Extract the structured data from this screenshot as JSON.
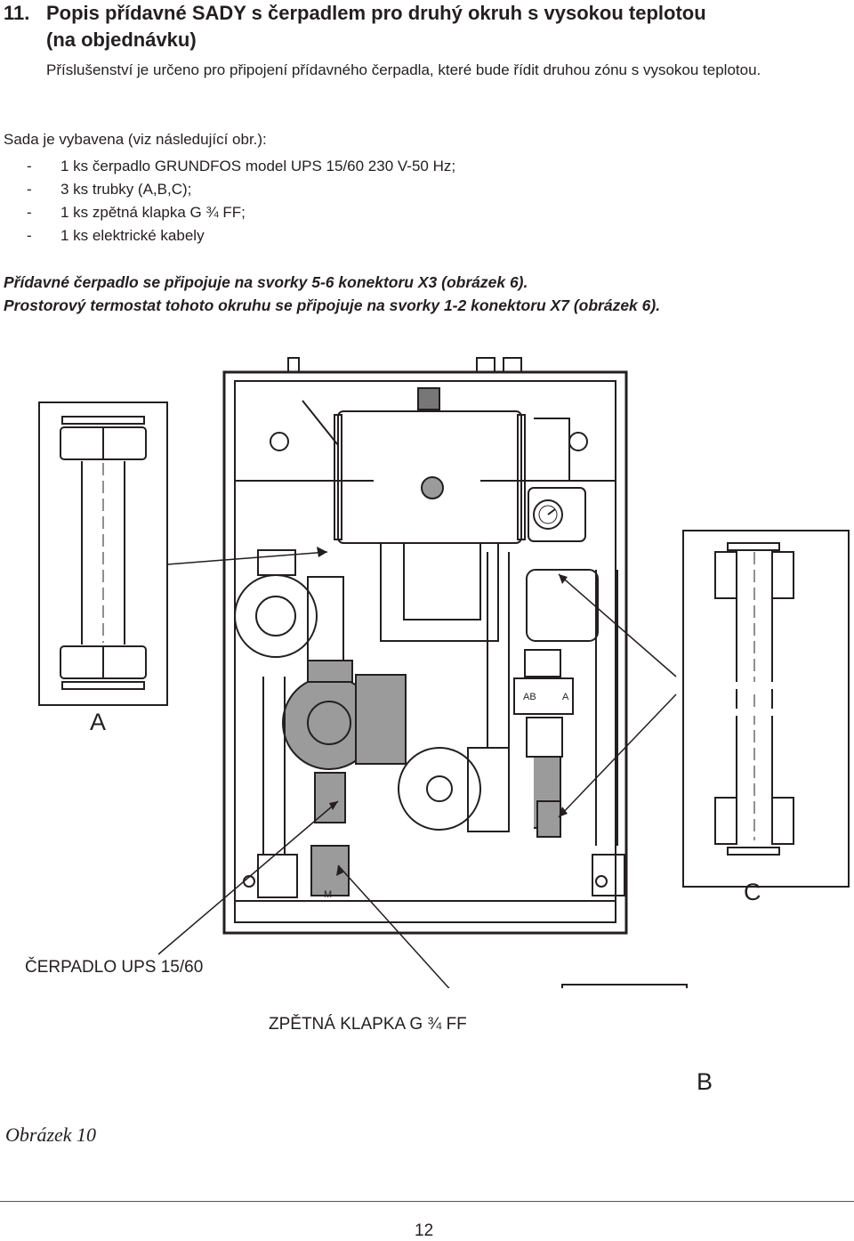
{
  "heading": {
    "number": "11.",
    "title_line1": "Popis přídavné SADY s čerpadlem pro druhý okruh s vysokou teplotou",
    "title_line2": "(na objednávku)"
  },
  "intro": "Příslušenství je určeno pro připojení přídavného čerpadla, které bude řídit druhou zónu s vysokou teplotou.",
  "kit": {
    "intro": "Sada je vybavena (viz následující obr.):",
    "items": [
      "1 ks čerpadlo GRUNDFOS model UPS 15/60 230 V-50 Hz;",
      "3 ks trubky (A,B,C);",
      "1 ks zpětná klapka G ¾ FF;",
      "1 ks elektrické kabely"
    ],
    "dash": "-"
  },
  "notes": [
    "Přídavné čerpadlo se připojuje na svorky 5-6 konektoru X3 (obrázek 6).",
    "Prostorový termostat tohoto okruhu se připojuje na svorky 1-2 konektoru X7 (obrázek 6)."
  ],
  "figure": {
    "label_a": "A",
    "label_b": "B",
    "label_c": "C",
    "label_pump": "ČERPADLO UPS 15/60",
    "label_valve": "ZPĚTNÁ KLAPKA G ¾ FF",
    "valve_marking": "AB",
    "gauge_marking": "A",
    "valve_m": "M",
    "caption": "Obrázek 10"
  },
  "page_number": "12"
}
